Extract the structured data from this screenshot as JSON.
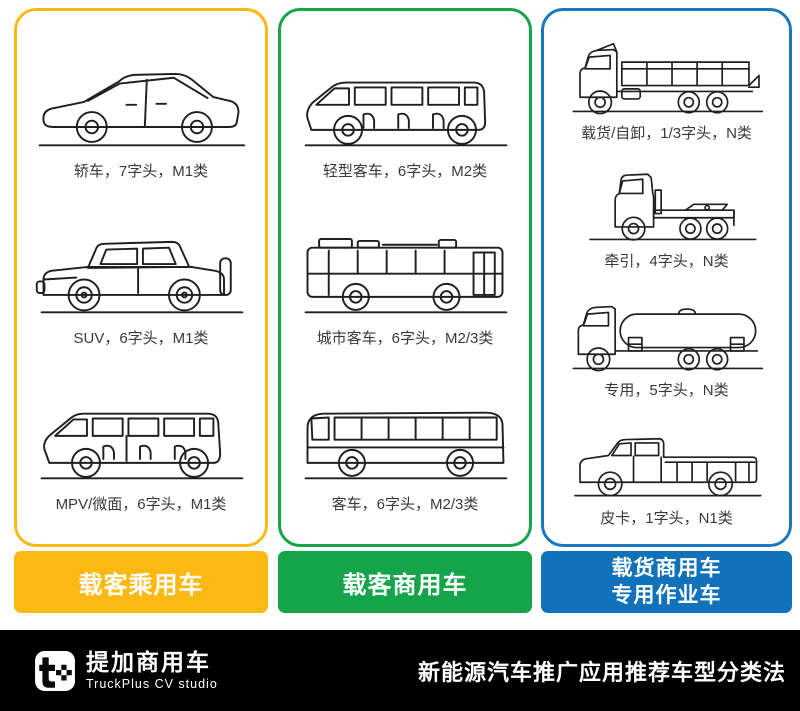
{
  "columns": [
    {
      "name": "载客乘用车",
      "border_color": "#FDB913",
      "banner": {
        "label": "载客乘用车",
        "color": "#FDB913"
      },
      "vehicles": [
        {
          "type": "sedan",
          "caption": "轿车，7字头，M1类"
        },
        {
          "type": "suv",
          "caption": "SUV，6字头，M1类"
        },
        {
          "type": "mpv-microvan",
          "caption": "MPV/微面，6字头，M1类"
        }
      ]
    },
    {
      "name": "载客商用车",
      "border_color": "#16A44A",
      "banner": {
        "label": "载客商用车",
        "color": "#16A44A"
      },
      "vehicles": [
        {
          "type": "light-bus",
          "caption": "轻型客车，6字头，M2类"
        },
        {
          "type": "city-bus",
          "caption": "城市客车，6字头，M2/3类"
        },
        {
          "type": "coach-bus",
          "caption": "客车，6字头，M2/3类"
        }
      ]
    },
    {
      "name": "载货商用车/专用作业车",
      "border_color": "#1B78BE",
      "banner": {
        "lines": [
          "载货商用车",
          "专用作业车"
        ],
        "color": "#1172B9"
      },
      "vehicles": [
        {
          "type": "cargo-dump-truck",
          "caption": "载货/自卸，1/3字头，N类"
        },
        {
          "type": "tractor-truck",
          "caption": "牵引，4字头，N类"
        },
        {
          "type": "special-purpose-truck",
          "caption": "专用，5字头，N类"
        },
        {
          "type": "pickup-truck",
          "caption": "皮卡，1字头，N1类"
        }
      ]
    }
  ],
  "footer": {
    "logo_cn": "提加商用车",
    "logo_en": "TruckPlus CV studio",
    "title": "新能源汽车推广应用推荐车型分类法",
    "background": "#000000"
  }
}
